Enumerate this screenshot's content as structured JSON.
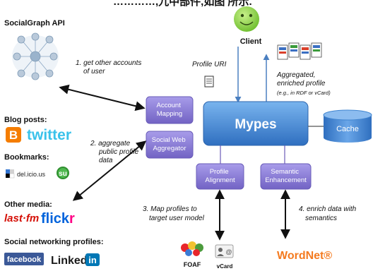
{
  "top_fragment": "…………,九中部件,如图 所示.",
  "sections": {
    "socialgraph": "SocialGraph API",
    "blog_posts": "Blog posts:",
    "bookmarks": "Bookmarks:",
    "other_media": "Other media:",
    "social_networking": "Social networking profiles:"
  },
  "services": {
    "twitter": "twitter",
    "delicious": "del.icio.us",
    "stumbleupon": "su",
    "lastfm": "last·fm",
    "flickr_a": "flick",
    "flickr_b": "r",
    "facebook": "facebook",
    "linkedin_a": "Linked",
    "linkedin_b": "in",
    "foaf": "FOAF",
    "vcard": "vCard",
    "wordnet": "WordNet®"
  },
  "boxes": {
    "mypes": "Mypes",
    "cache": "Cache",
    "account_mapping": [
      "Account",
      "Mapping"
    ],
    "social_web_aggregator": [
      "Social Web",
      "Aggregator"
    ],
    "profile_alignment": [
      "Profile",
      "Alignment"
    ],
    "semantic_enhancement": [
      "Semantic",
      "Enhancement"
    ]
  },
  "client": "Client",
  "annotations": {
    "step1": [
      "1. get other accounts",
      "of user"
    ],
    "step2": [
      "2. aggregate",
      "public profile",
      "data"
    ],
    "step3": [
      "3. Map profiles to",
      "target user model"
    ],
    "step4": [
      "4. enrich data with",
      "semantics"
    ],
    "profile_uri": "Profile URI",
    "aggregated": [
      "Aggregated,",
      "enriched profile"
    ],
    "aggregated_note": "(e.g., in RDF or vCard)"
  },
  "colors": {
    "mypes_blue": "#4f8fd9",
    "cache_blue": "#3f84cf",
    "module_purple": "#8a7dd1",
    "smiley_green": "#8fd14f",
    "twitter_blue": "#3ac2ea",
    "blogger_orange": "#f57d00",
    "flickr_pink": "#ff0084",
    "flickr_blue": "#0063dc",
    "facebook_blue": "#3b5998",
    "linkedin_blue": "#0077b5",
    "wordnet_orange": "#f47a1f",
    "lastfm_red": "#d51007"
  },
  "icons": [
    "smiley-face-icon",
    "socialgraph-network-icon",
    "blogger-icon",
    "document-icon",
    "profile-documents-icon",
    "foaf-logo-icon",
    "vcard-icon"
  ]
}
